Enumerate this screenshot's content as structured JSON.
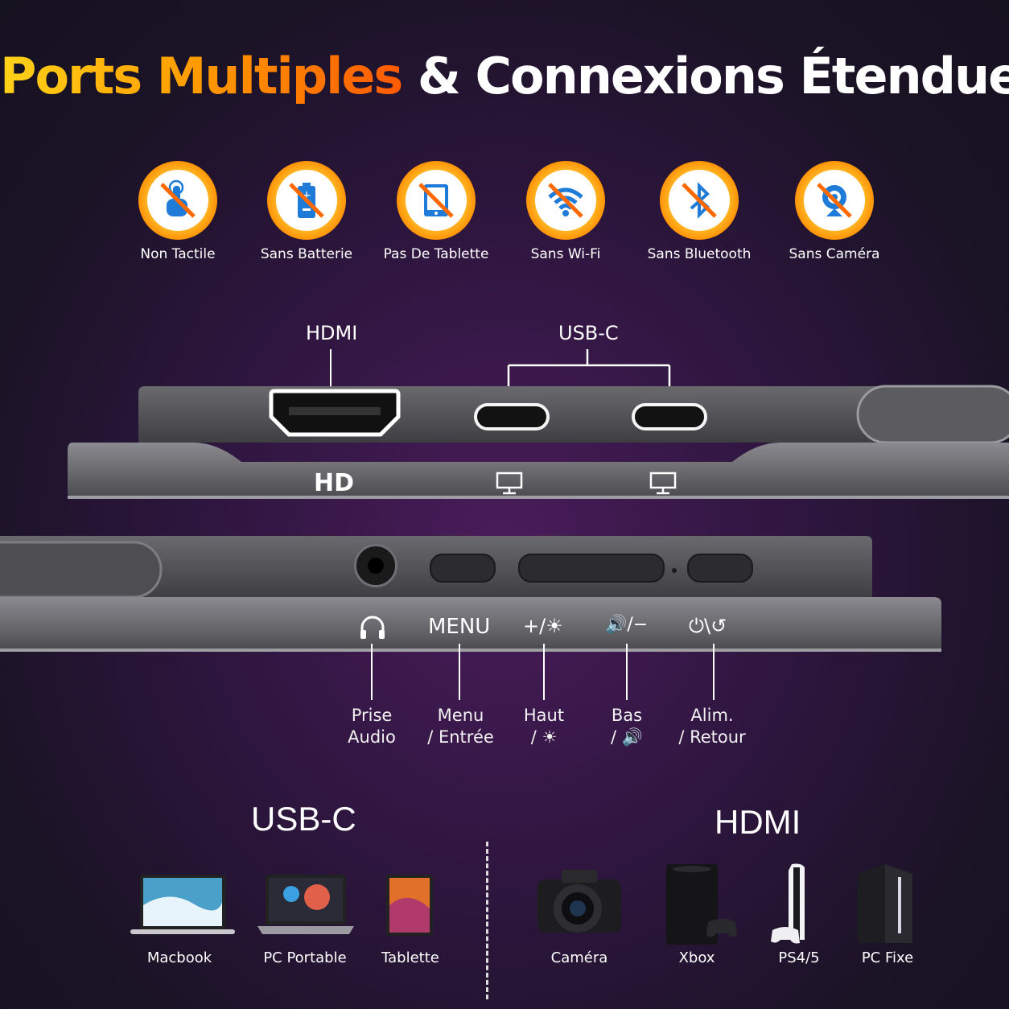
{
  "title": {
    "highlight": "Ports Multiples",
    "rest": "& Connexions Étendues"
  },
  "features": [
    {
      "label": "Non Tactile",
      "icon": "touch-icon"
    },
    {
      "label": "Sans Batterie",
      "icon": "battery-icon"
    },
    {
      "label": "Pas De Tablette",
      "icon": "tablet-icon"
    },
    {
      "label": "Sans Wi-Fi",
      "icon": "wifi-icon"
    },
    {
      "label": "Sans Bluetooth",
      "icon": "bluetooth-icon"
    },
    {
      "label": "Sans Caméra",
      "icon": "camera-icon"
    }
  ],
  "ports": {
    "hdmi_label": "HDMI",
    "usbc_label": "USB-C",
    "hd_marking": "HD"
  },
  "buttons": {
    "menu_marking": "MENU",
    "plus_marking": "+/☀",
    "minus_marking": "🔊/−",
    "power_marking": "⏻\\↺",
    "labels": [
      {
        "line1": "Prise",
        "line2": "Audio"
      },
      {
        "line1": "Menu",
        "line2": "/ Entrée"
      },
      {
        "line1": "Haut",
        "line2": "/ ☀"
      },
      {
        "line1": "Bas",
        "line2": "/ 🔊"
      },
      {
        "line1": "Alim.",
        "line2": "/ Retour"
      }
    ]
  },
  "compat": {
    "usbc_heading": "USB-C",
    "hdmi_heading": "HDMI",
    "usbc_devices": [
      "Macbook",
      "PC Portable",
      "Tablette"
    ],
    "hdmi_devices": [
      "Caméra",
      "Xbox",
      "PS4/5",
      "PC Fixe"
    ]
  },
  "colors": {
    "accent_start": "#ffd21a",
    "accent_end": "#ff5a00",
    "device_gray": "#5a5a5e"
  }
}
